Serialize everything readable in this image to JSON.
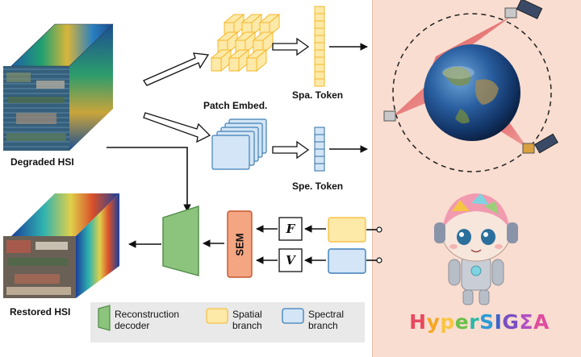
{
  "labels": {
    "degraded_hsi": "Degraded HSI",
    "restored_hsi": "Restored HSI",
    "patch_embed": "Patch Embed.",
    "spa_token": "Spa. Token",
    "spe_token": "Spe. Token",
    "sem": "SEM",
    "f_symbol": "F",
    "v_symbol": "V"
  },
  "legend": {
    "reconstruction_decoder": "Reconstruction\ndecoder",
    "spatial_branch": "Spatial\nbranch",
    "spectral_branch": "Spectral\nbranch"
  },
  "brand": {
    "name": "HyperSIGMA",
    "letters": [
      "H",
      "y",
      "p",
      "e",
      "r",
      "S",
      "I",
      "G",
      "Ʃ",
      "A"
    ],
    "letter_colors": [
      "#e84a5f",
      "#f5a623",
      "#f8c541",
      "#6cc04a",
      "#28b8a6",
      "#2e9bd6",
      "#3f63c9",
      "#7a4fc2",
      "#b24fc2",
      "#e04ca0"
    ]
  },
  "colors": {
    "spatial": "#fde9a8",
    "spatial_border": "#f5c24a",
    "spectral": "#d3e5f6",
    "spectral_border": "#3f7fb8",
    "decoder": "#8cc47e",
    "decoder_border": "#4f8a45",
    "sem": "#f4a582",
    "sem_border": "#c7562e",
    "panel": "#f9ddd0"
  }
}
